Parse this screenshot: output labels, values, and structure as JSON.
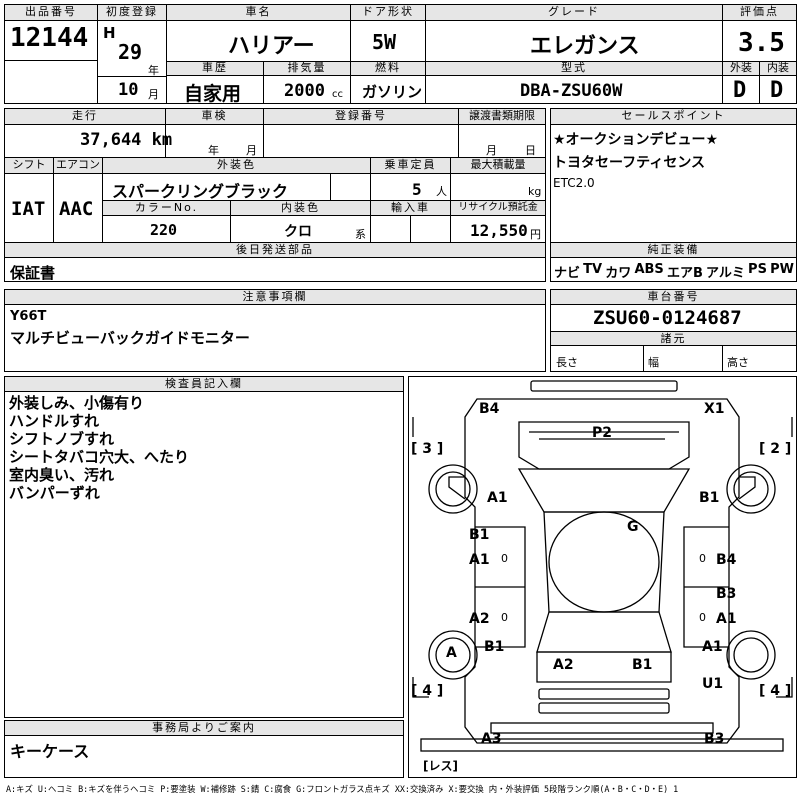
{
  "header": {
    "lot_no_label": "出品番号",
    "lot_no": "12144",
    "first_reg_label": "初度登録",
    "era": "H",
    "year": "29",
    "year_unit": "年",
    "month": "10",
    "month_unit": "月",
    "car_name_label": "車名",
    "car_name": "ハリアー",
    "door_label": "ドア形状",
    "door": "5W",
    "grade_label": "グレード",
    "grade": "エレガンス",
    "score_label": "評価点",
    "score": "3.5",
    "history_label": "車歴",
    "history": "自家用",
    "displacement_label": "排気量",
    "displacement": "2000",
    "displacement_unit": "cc",
    "fuel_label": "燃料",
    "fuel": "ガソリン",
    "model_label": "型式",
    "model": "DBA-ZSU60W",
    "exterior_label": "外装",
    "exterior": "D",
    "interior_label": "内装",
    "interior": "D"
  },
  "row2": {
    "mileage_label": "走行",
    "mileage": "37,644 km",
    "inspection_label": "車検",
    "year_unit": "年",
    "month_unit": "月",
    "reg_no_label": "登録番号",
    "transfer_label": "譲渡書類期限",
    "transfer_month": "月",
    "transfer_day": "日",
    "shift_label": "シフト",
    "shift": "IAT",
    "aircon_label": "エアコン",
    "aircon": "AAC",
    "color_label": "外装色",
    "color": "スパークリングブラック",
    "capacity_label": "乗車定員",
    "capacity": "5",
    "capacity_unit": "人",
    "load_label": "最大積載量",
    "load_unit": "kg",
    "color_no_label": "カラーNo.",
    "color_no": "220",
    "int_color_label": "内装色",
    "int_color": "クロ",
    "int_color_unit": "系",
    "import_label": "輸入車",
    "recycle_label": "リサイクル預託金",
    "recycle": "12,550",
    "recycle_unit": "円",
    "later_label": "後日発送部品",
    "later": "保証書"
  },
  "sales_points": {
    "label": "セールスポイント",
    "items": [
      "★オークションデビュー★",
      "トヨタセーフティセンス",
      "ETC2.0"
    ]
  },
  "equipment": {
    "label": "純正装備",
    "items": [
      "ナビ",
      "TV",
      "カワ",
      "ABS",
      "エアB",
      "アルミ",
      "PS",
      "PW"
    ]
  },
  "notes": {
    "label": "注意事項欄",
    "lines": [
      "Y66T",
      "マルチビューバックガイドモニター"
    ]
  },
  "chassis": {
    "label": "車台番号",
    "value": "ZSU60-0124687",
    "dims_label": "諸元",
    "length_label": "長さ",
    "width_label": "幅",
    "height_label": "高さ"
  },
  "inspector": {
    "label": "検査員記入欄",
    "lines": [
      "外装しみ、小傷有り",
      "ハンドルすれ",
      "シフトノブすれ",
      "シートタバコ穴大、へたり",
      "室内臭い、汚れ",
      "バンパーずれ"
    ]
  },
  "office": {
    "label": "事務局よりご案内",
    "text": "キーケース"
  },
  "diagram": {
    "marks": {
      "b4_top": "B4",
      "x1_top": "X1",
      "p2": "P2",
      "a1_fl": "A1",
      "b1_fr": "B1",
      "b1_l1": "B1",
      "a1_l1": "A1",
      "g": "G",
      "b4_r": "B4",
      "b3_r": "B3",
      "a1_r": "A1",
      "a2_l": "A2",
      "b1_l2": "B1",
      "a_wheel": "A",
      "a1_r2": "A1",
      "u1": "U1",
      "a2_rear": "A2",
      "b1_rear": "B1",
      "a3": "A3",
      "b3": "B3",
      "zero": "0"
    },
    "corner_3": "[ 3 ]",
    "corner_2": "[ 2 ]",
    "corner_4l": "[ 4 ]",
    "corner_4r": "[ 4 ]",
    "res": "[レス]"
  },
  "legend": "A:キズ U:ヘコミ B:キズを伴うヘコミ P:要塗装 W:補修跡 S:錆 C:腐食 G:フロントガラス点キズ XX:交換済み X:要交換 内・外装評価 5段階ランク順(A・B・C・D・E) 1"
}
